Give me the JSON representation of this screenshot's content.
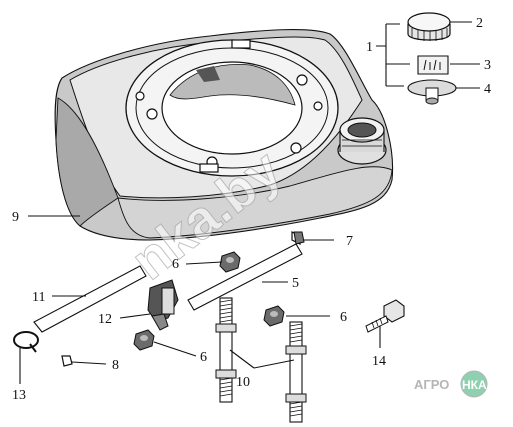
{
  "diagram": {
    "callouts": [
      "1",
      "2",
      "3",
      "4",
      "5",
      "6",
      "6",
      "6",
      "7",
      "8",
      "9",
      "10",
      "11",
      "12",
      "13",
      "14"
    ],
    "watermark": "nka.by",
    "logo": {
      "left": "АГРО",
      "right": "НКА"
    },
    "colors": {
      "line": "#111111",
      "shade": "#c9c9c9",
      "logo_gray": "#b5b5b5",
      "logo_green": "#8fd0b0"
    }
  }
}
